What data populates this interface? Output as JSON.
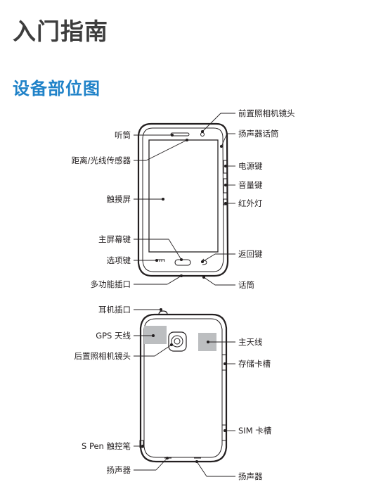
{
  "header": {
    "title": "入门指南",
    "section_title": "设备部位图"
  },
  "front_view": {
    "labels": {
      "front_camera": "前置照相机镜头",
      "earpiece": "听筒",
      "speaker_mic": "扬声器话筒",
      "sensor": "距离/光线传感器",
      "power_key": "电源键",
      "volume_key": "音量键",
      "ir_led": "红外灯",
      "touchscreen": "触摸屏",
      "home_key": "主屏幕键",
      "back_key": "返回键",
      "menu_key": "选项键",
      "multipurpose_jack": "多功能插口",
      "mic": "话筒"
    }
  },
  "back_view": {
    "labels": {
      "headset_jack": "耳机插口",
      "gps_antenna": "GPS 天线",
      "main_antenna": "主天线",
      "rear_camera": "后置照相机镜头",
      "memory_card_slot": "存储卡槽",
      "sim_card_slot": "SIM 卡槽",
      "s_pen": "S Pen 触控笔",
      "speaker_left": "扬声器",
      "speaker_right": "扬声器"
    }
  },
  "colors": {
    "title": "#3d3d3d",
    "section_title": "#1f82c8",
    "antenna_patch": "#bcbec0"
  }
}
